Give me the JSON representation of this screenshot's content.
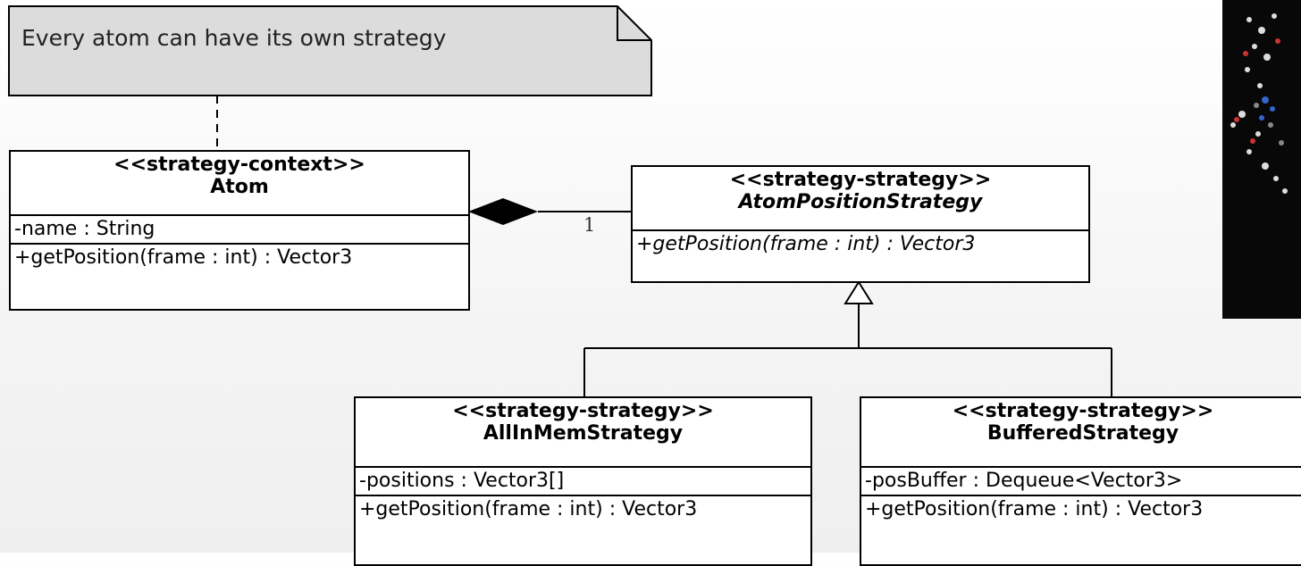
{
  "note": {
    "text": "Every atom can have  its own strategy"
  },
  "association": {
    "multiplicity": "1"
  },
  "classes": {
    "atom": {
      "stereotype": "<<strategy-context>>",
      "name": "Atom",
      "attributes": [
        "-name : String"
      ],
      "operations": [
        "+getPosition(frame : int) : Vector3"
      ]
    },
    "atom_position_strategy": {
      "stereotype": "<<strategy-strategy>>",
      "name": "AtomPositionStrategy",
      "attributes": [],
      "operations": [
        "+getPosition(frame : int) : Vector3"
      ]
    },
    "all_in_mem_strategy": {
      "stereotype": "<<strategy-strategy>>",
      "name": "AllInMemStrategy",
      "attributes": [
        "-positions : Vector3[]"
      ],
      "operations": [
        "+getPosition(frame : int) : Vector3"
      ]
    },
    "buffered_strategy": {
      "stereotype": "<<strategy-strategy>>",
      "name": "BufferedStrategy",
      "attributes": [
        "-posBuffer : Dequeue<Vector3>"
      ],
      "operations": [
        "+getPosition(frame : int) : Vector3"
      ]
    }
  }
}
